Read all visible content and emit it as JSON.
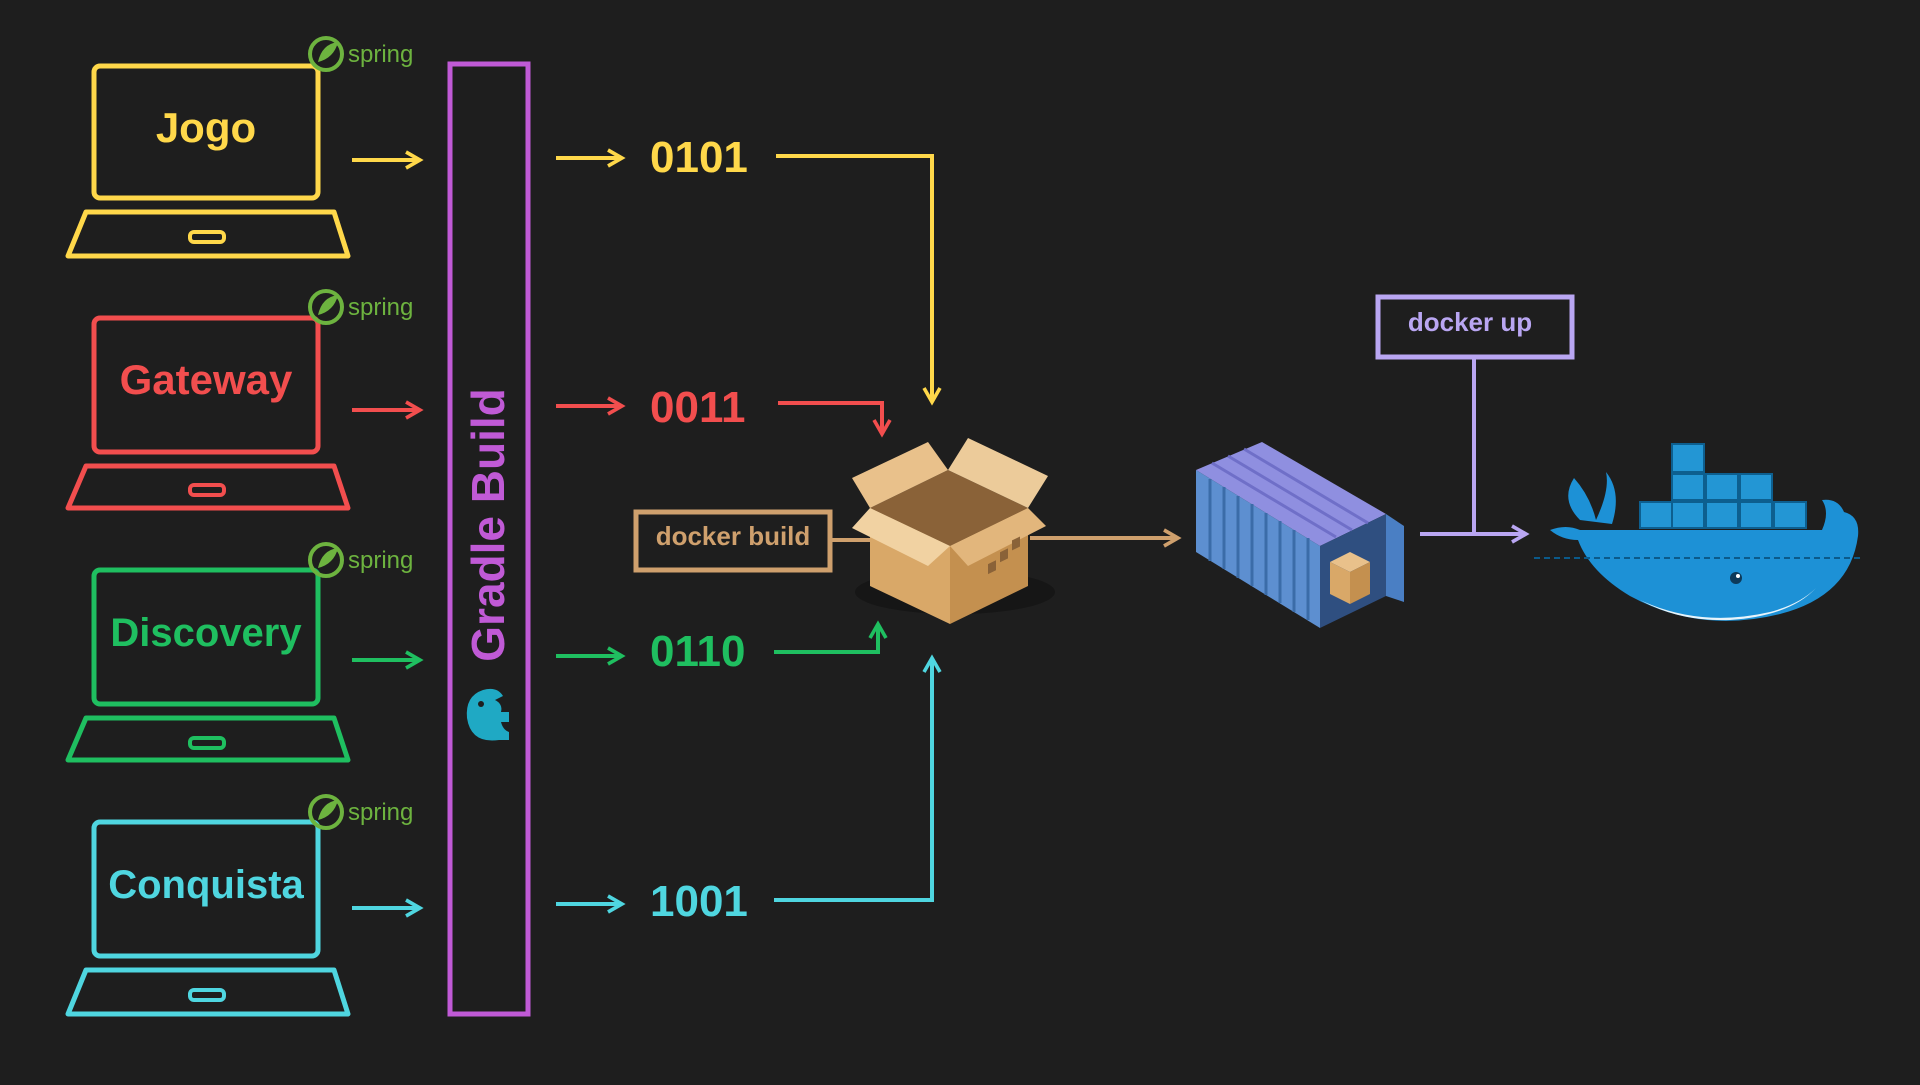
{
  "colors": {
    "background": "#1e1e1e",
    "jogo": "#ffd84a",
    "gateway": "#f24e4e",
    "discovery": "#1fbf60",
    "conquista": "#4fd6e0",
    "gradle": "#c05ad6",
    "docker_build": "#cfa06d",
    "docker_up": "#b9a6f2",
    "spring": "#6db33f",
    "docker_blue": "#1d91d6"
  },
  "services": [
    {
      "name": "Jogo",
      "binary": "0101",
      "spring_label": "spring",
      "color_key": "jogo"
    },
    {
      "name": "Gateway",
      "binary": "0011",
      "spring_label": "spring",
      "color_key": "gateway"
    },
    {
      "name": "Discovery",
      "binary": "0110",
      "spring_label": "spring",
      "color_key": "discovery"
    },
    {
      "name": "Conquista",
      "binary": "1001",
      "spring_label": "spring",
      "color_key": "conquista"
    }
  ],
  "gradle": {
    "label": "Gradle Build",
    "icon": "gradle-elephant-icon"
  },
  "docker_build": {
    "label": "docker build",
    "icon": "cardboard-box-icon"
  },
  "container": {
    "icon": "shipping-container-icon"
  },
  "docker_up": {
    "label": "docker up",
    "icon": "docker-whale-icon"
  }
}
